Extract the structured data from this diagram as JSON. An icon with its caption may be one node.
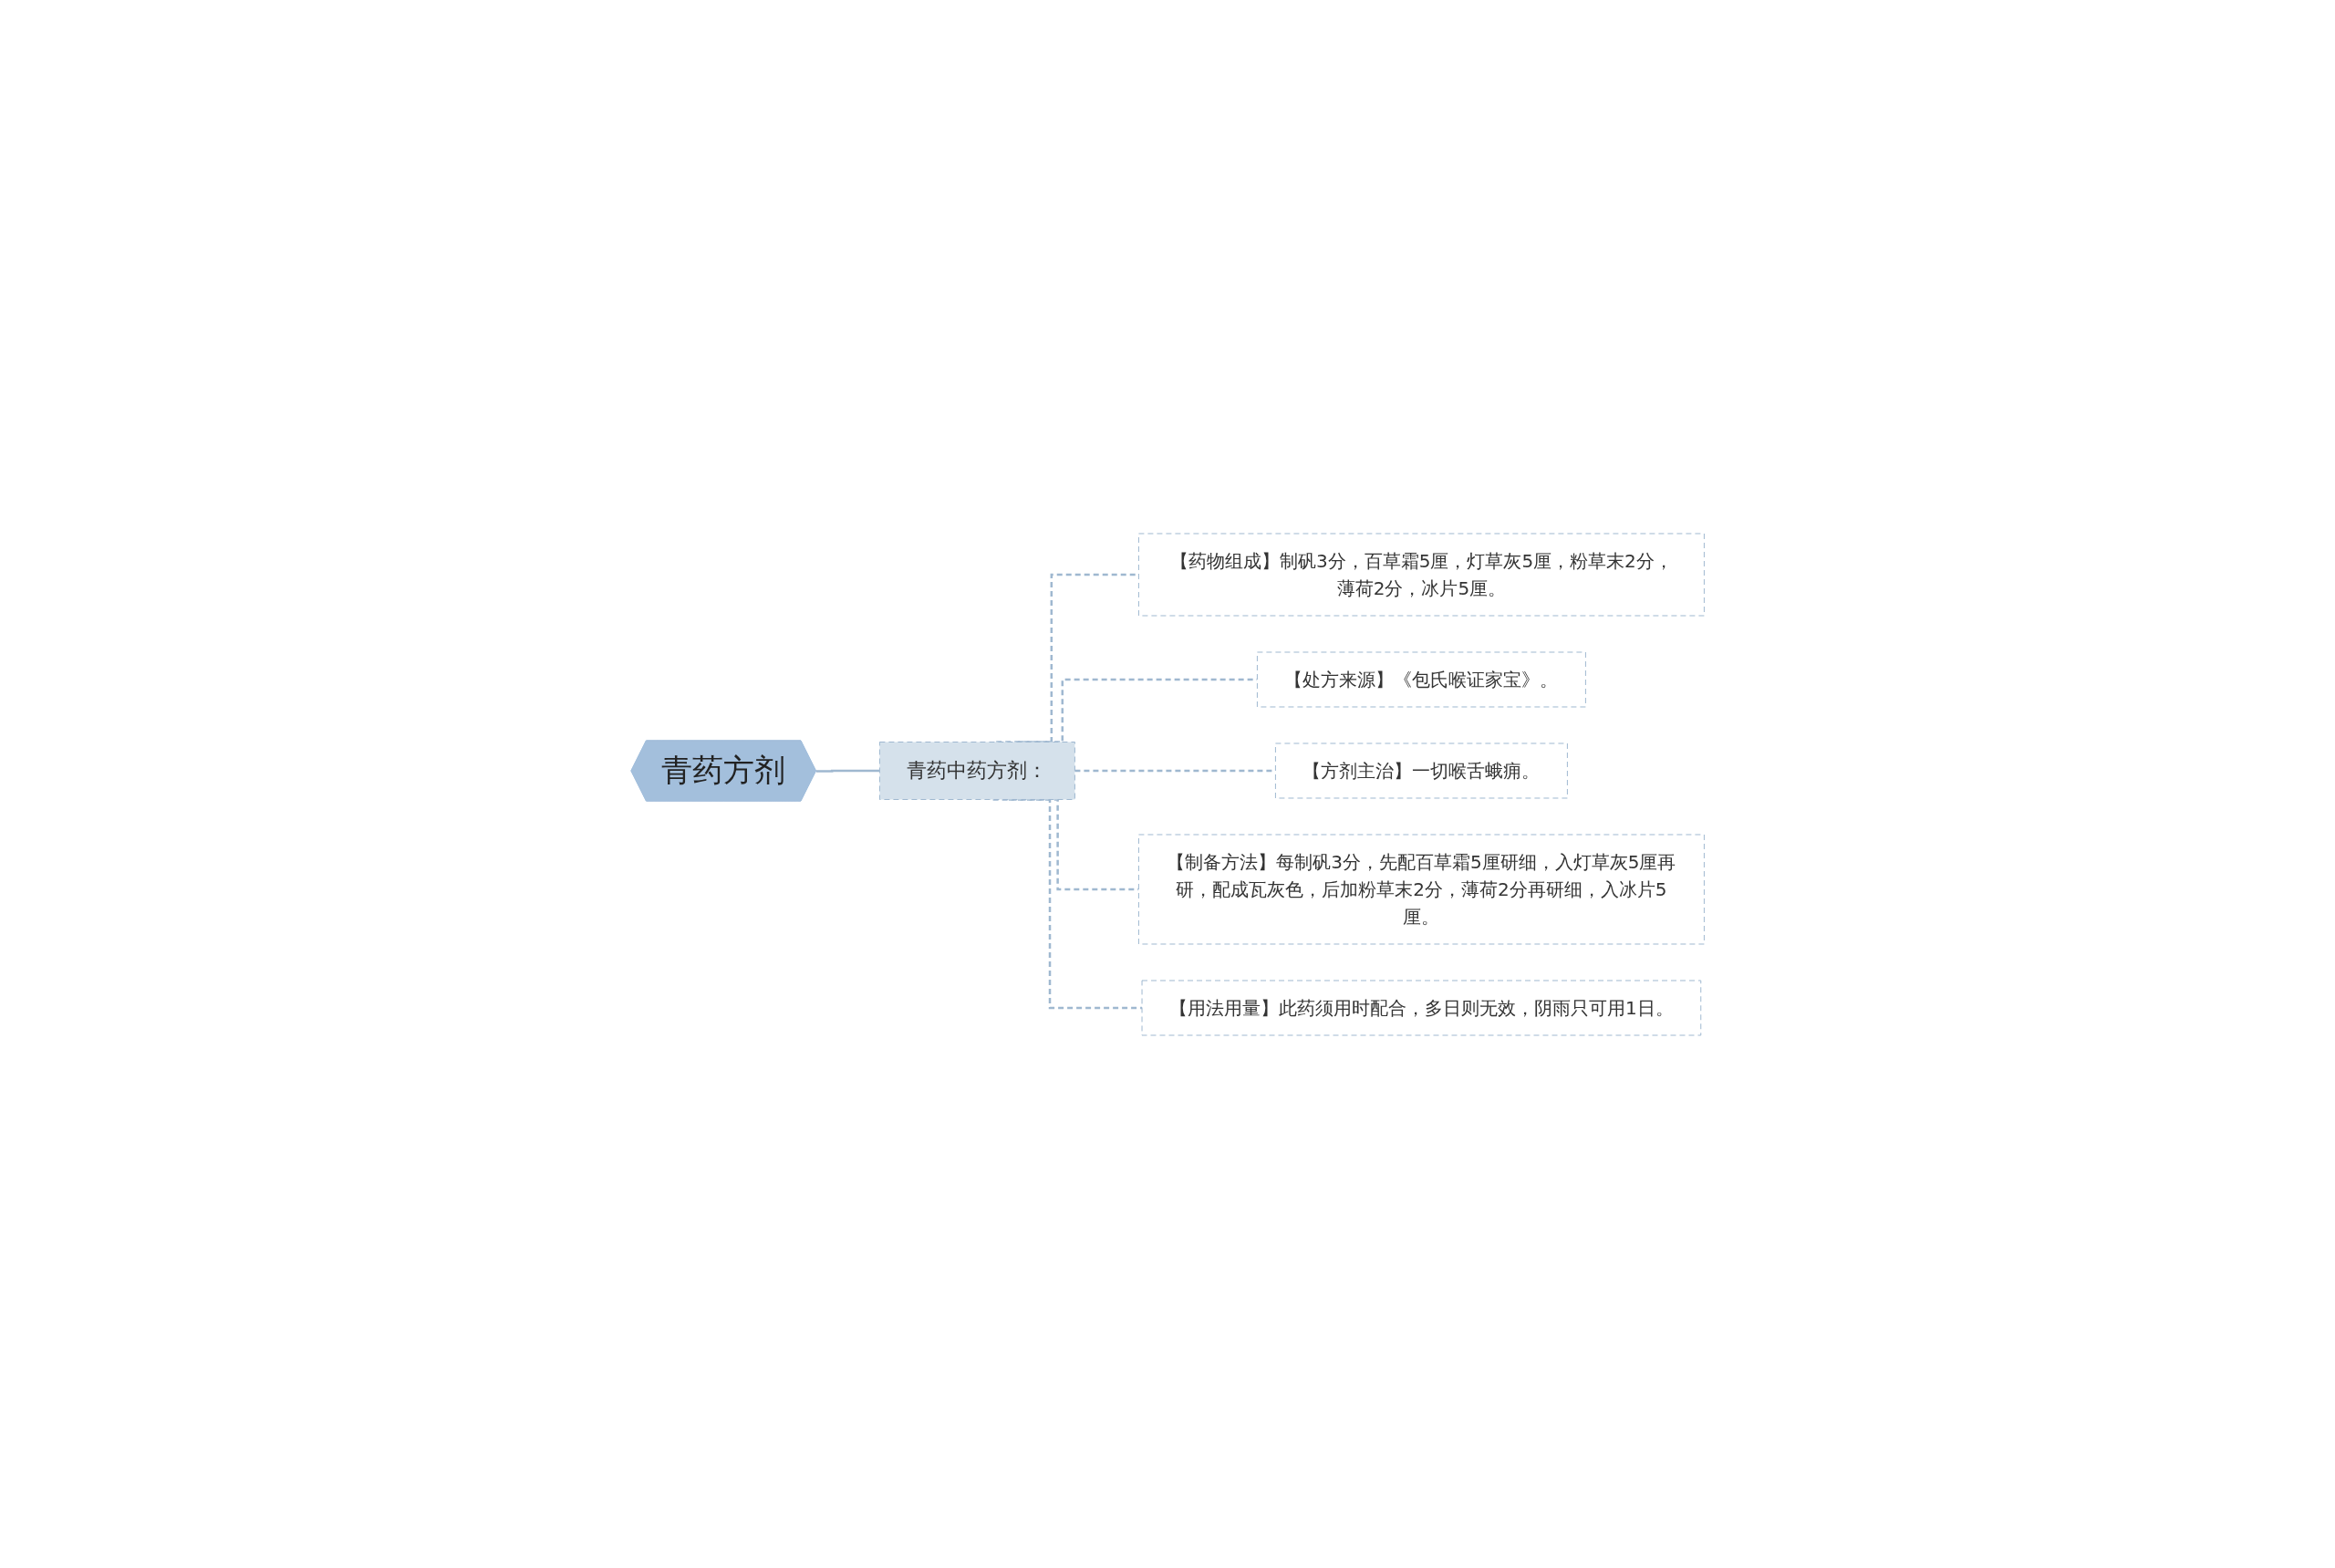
{
  "diagram": {
    "nodes": [
      {
        "text": [
          "青药方剂"
        ]
      },
      {
        "text": [
          "青药中药方剂："
        ]
      },
      {
        "text": [
          "【药物组成】制矾3分，百草霜5厘，灯草灰5厘，粉草末2分，薄荷2分，冰片5厘。"
        ]
      },
      {
        "text": [
          "【处方来源】《包氏喉证家宝》。"
        ]
      },
      {
        "text": [
          "【方剂主治】一切喉舌蛾痈。"
        ]
      },
      {
        "text": [
          "【制备方法】每制矾3分，先配百草霜5厘研细，入灯草灰5厘再研，配成瓦灰色，后加粉草末2分，薄荷2分再研细，入冰片5厘。"
        ]
      },
      {
        "text": [
          "【用法用量】此药须用时配合，多日则无效，阴雨只可用1日。"
        ]
      }
    ],
    "edges": [
      {
        "from": 0,
        "to": 1,
        "arrow": "none"
      },
      {
        "from": 1,
        "to": 2,
        "arrow": "none",
        "style": "dashed"
      },
      {
        "from": 1,
        "to": 3,
        "arrow": "none",
        "style": "dashed"
      },
      {
        "from": 1,
        "to": 4,
        "arrow": "none",
        "style": "dashed"
      },
      {
        "from": 1,
        "to": 5,
        "arrow": "none",
        "style": "dashed"
      },
      {
        "from": 1,
        "to": 6,
        "arrow": "none",
        "style": "dashed"
      }
    ]
  }
}
